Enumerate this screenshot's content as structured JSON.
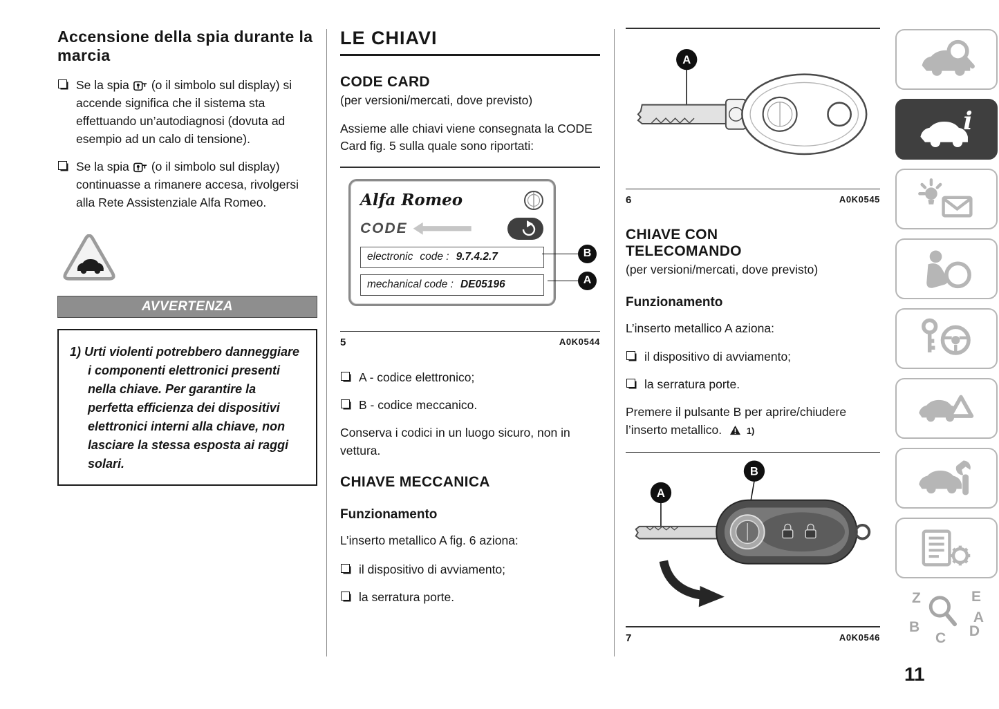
{
  "page_number": "11",
  "left": {
    "heading": "Accensione della spia durante la marcia",
    "bullets": [
      {
        "pre": "Se la spia",
        "post": "(o il simbolo sul display) si accende significa che il sistema sta effettuando un’autodiagnosi (dovuta ad esempio ad un calo di tensione)."
      },
      {
        "pre": "Se la spia",
        "post": "(o il simbolo sul display) continuasse a rimanere accesa, rivolgersi alla Rete Assistenziale Alfa Romeo."
      }
    ],
    "warning_header": "AVVERTENZA",
    "note_number": "1)",
    "note_text": "Urti violenti potrebbero danneggiare i componenti elettronici presenti nella chiave. Per garantire la perfetta efficienza dei dispositivi elettronici interni alla chiave, non lasciare la stessa esposta ai raggi solari."
  },
  "middle": {
    "title": "LE CHIAVI",
    "code_card": {
      "heading": "CODE CARD",
      "availability": "(per versioni/mercati, dove previsto)",
      "body": "Assieme alle chiavi viene consegnata la CODE Card fig. 5 sulla quale sono riportati:"
    },
    "figure5": {
      "number": "5",
      "ref_code": "A0K0544",
      "brand": "Alfa Romeo",
      "code_label": "CODE",
      "row_electronic_label": "electronic",
      "row_electronic_code_word": "code :",
      "row_electronic_value": "9.7.4.2.7",
      "row_mechanical_label": "mechanical code :",
      "row_mechanical_value": "DE05196",
      "callout_a": "A",
      "callout_b": "B"
    },
    "bullet_a": "A - codice elettronico;",
    "bullet_b": "B - codice meccanico.",
    "note": "Conserva i codici in un luogo sicuro, non in vettura.",
    "mechanical_key": {
      "heading": "CHIAVE MECCANICA",
      "operation_heading": "Funzionamento",
      "body": "L’inserto metallico A fig. 6 aziona:",
      "bullets": [
        "il dispositivo di avviamento;",
        "la serratura porte."
      ]
    }
  },
  "right": {
    "figure6": {
      "number": "6",
      "ref_code": "A0K0545",
      "callout_a": "A"
    },
    "remote_key": {
      "heading": "CHIAVE CON TELECOMANDO",
      "availability": "(per versioni/mercati, dove previsto)",
      "operation_heading": "Funzionamento",
      "body": "L’inserto metallico A aziona:",
      "bullets": [
        "il dispositivo di avviamento;",
        "la serratura porte."
      ],
      "press_text": "Premere il pulsante B per aprire/chiudere l’inserto metallico.",
      "press_ref": "1)"
    },
    "figure7": {
      "number": "7",
      "ref_code": "A0K0546",
      "callout_a": "A",
      "callout_b": "B"
    }
  },
  "sidebar": {
    "info_glyph": "i",
    "tabs": [
      {
        "name": "vehicle-overview"
      },
      {
        "name": "vehicle-info",
        "active": true
      },
      {
        "name": "warning-lights-messages"
      },
      {
        "name": "safety"
      },
      {
        "name": "starting-driving"
      },
      {
        "name": "emergency"
      },
      {
        "name": "servicing-maintenance"
      },
      {
        "name": "technical-data"
      },
      {
        "name": "index"
      }
    ],
    "index_letters": [
      "Z",
      "E",
      "A",
      "B",
      "C",
      "D"
    ]
  }
}
